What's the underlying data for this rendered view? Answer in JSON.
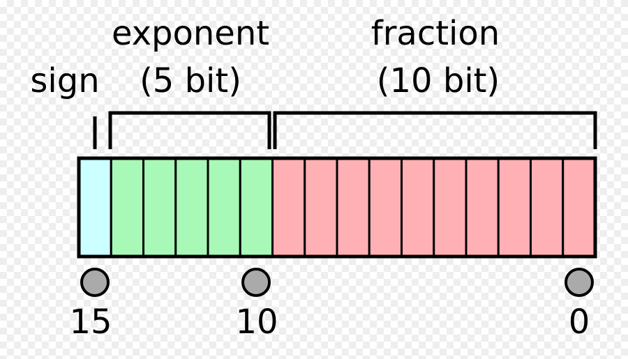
{
  "labels": {
    "sign": "sign",
    "exponent": "exponent",
    "exponent_bits": "(5 bit)",
    "fraction": "fraction",
    "fraction_bits": "(10 bit)"
  },
  "bit_markers": [
    "15",
    "10",
    "0"
  ],
  "fields": [
    {
      "name": "sign",
      "bits": 1,
      "color": "#ccffff"
    },
    {
      "name": "exponent",
      "bits": 5,
      "color": "#a8f8b8"
    },
    {
      "name": "fraction",
      "bits": 10,
      "color": "#ffb0b4"
    }
  ],
  "marker_color": "#aaaaaa"
}
